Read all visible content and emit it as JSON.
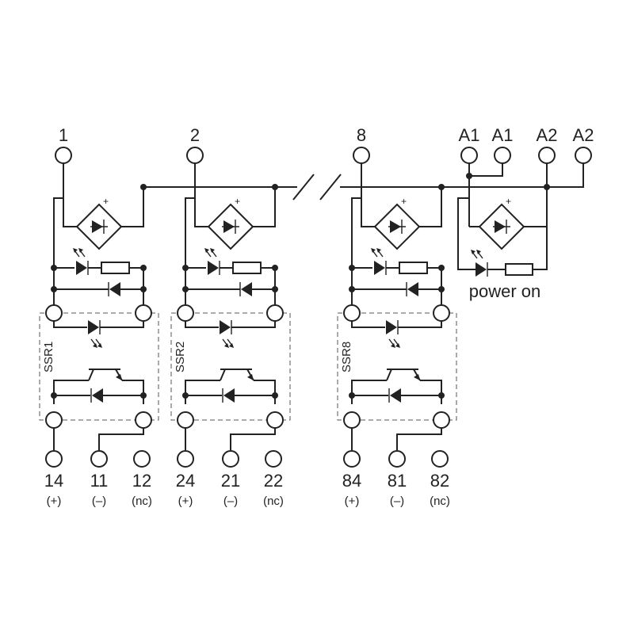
{
  "modules": [
    {
      "input_label": "1",
      "ssr_label": "SSR1",
      "outputs": [
        {
          "num": "14",
          "pol": "(+)"
        },
        {
          "num": "11",
          "pol": "(–)"
        },
        {
          "num": "12",
          "pol": "(nc)"
        }
      ]
    },
    {
      "input_label": "2",
      "ssr_label": "SSR2",
      "outputs": [
        {
          "num": "24",
          "pol": "(+)"
        },
        {
          "num": "21",
          "pol": "(–)"
        },
        {
          "num": "22",
          "pol": "(nc)"
        }
      ]
    },
    {
      "input_label": "8",
      "ssr_label": "SSR8",
      "outputs": [
        {
          "num": "84",
          "pol": "(+)"
        },
        {
          "num": "81",
          "pol": "(–)"
        },
        {
          "num": "82",
          "pol": "(nc)"
        }
      ]
    }
  ],
  "power": {
    "terminals": [
      "A1",
      "A1",
      "A2",
      "A2"
    ],
    "label": "power on"
  },
  "plus_sign": "+"
}
